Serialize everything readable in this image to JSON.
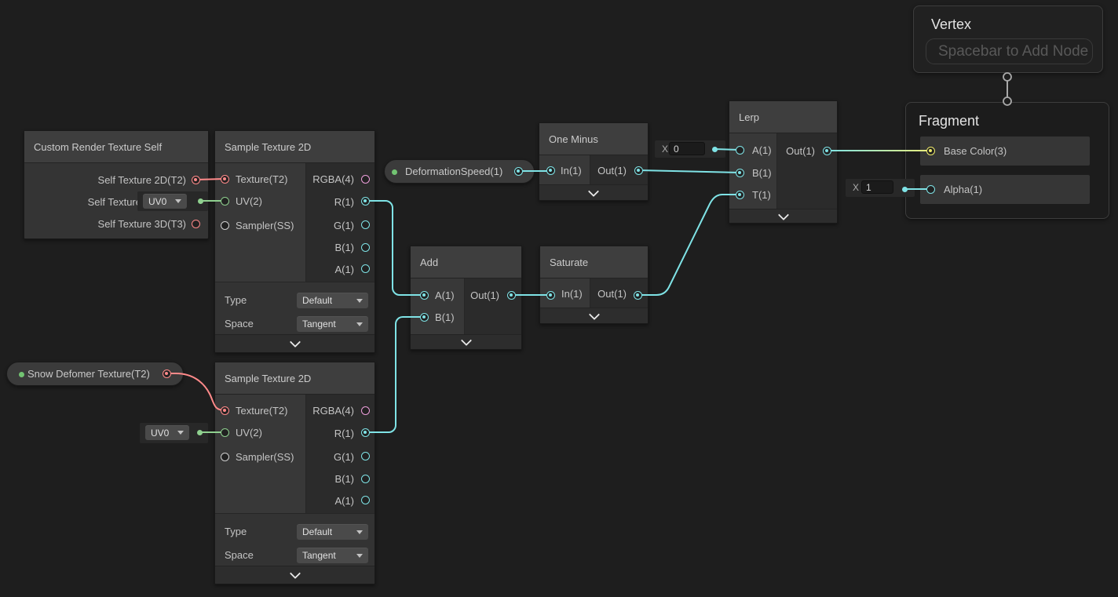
{
  "colors": {
    "background": "#1E1E1E",
    "vector1_cyan": "#7FE3E6",
    "vector2_green": "#8FD08F",
    "vector3_yellow": "#EDE96A",
    "vector4_pink": "#ED9EDB",
    "texture2d_salmon": "#FF8A8A",
    "sampler_gray": "#CFCFCF",
    "property_dot_green": "#72C472",
    "wire_gradient_end": "#E9ED7C",
    "context_connector_gray": "#A9A9A9"
  },
  "nodes": {
    "custom_render_texture_self": {
      "title": "Custom Render Texture Self",
      "outputs": [
        "Self Texture 2D(T2)",
        "Self Texture",
        "Self Texture 3D(T3)"
      ]
    },
    "sample_texture_top": {
      "title": "Sample Texture 2D",
      "inputs": [
        "Texture(T2)",
        "UV(2)",
        "Sampler(SS)"
      ],
      "outputs": [
        "RGBA(4)",
        "R(1)",
        "G(1)",
        "B(1)",
        "A(1)"
      ],
      "controls": [
        {
          "label": "Type",
          "value": "Default"
        },
        {
          "label": "Space",
          "value": "Tangent"
        }
      ]
    },
    "sample_texture_bottom": {
      "title": "Sample Texture 2D",
      "inputs": [
        "Texture(T2)",
        "UV(2)",
        "Sampler(SS)"
      ],
      "outputs": [
        "RGBA(4)",
        "R(1)",
        "G(1)",
        "B(1)",
        "A(1)"
      ],
      "controls": [
        {
          "label": "Type",
          "value": "Default"
        },
        {
          "label": "Space",
          "value": "Tangent"
        }
      ]
    },
    "one_minus": {
      "title": "One Minus",
      "inputs": [
        "In(1)"
      ],
      "outputs": [
        "Out(1)"
      ]
    },
    "add": {
      "title": "Add",
      "inputs": [
        "A(1)",
        "B(1)"
      ],
      "outputs": [
        "Out(1)"
      ]
    },
    "saturate": {
      "title": "Saturate",
      "inputs": [
        "In(1)"
      ],
      "outputs": [
        "Out(1)"
      ]
    },
    "lerp": {
      "title": "Lerp",
      "inputs": [
        "A(1)",
        "B(1)",
        "T(1)"
      ],
      "outputs": [
        "Out(1)"
      ]
    },
    "vertex": {
      "title": "Vertex",
      "placeholder": "Spacebar to Add Node"
    },
    "fragment": {
      "title": "Fragment",
      "blocks": [
        "Base Color(3)",
        "Alpha(1)"
      ]
    }
  },
  "properties": {
    "snow_deformer": {
      "label": "Snow Defomer Texture(T2)"
    },
    "deformation_speed": {
      "label": "DeformationSpeed(1)"
    }
  },
  "widgets": {
    "uv_top": {
      "value": "UV0"
    },
    "uv_bottom": {
      "value": "UV0"
    },
    "lerp_a_default": {
      "label": "X",
      "value": "0"
    },
    "alpha_default": {
      "label": "X",
      "value": "1"
    }
  }
}
